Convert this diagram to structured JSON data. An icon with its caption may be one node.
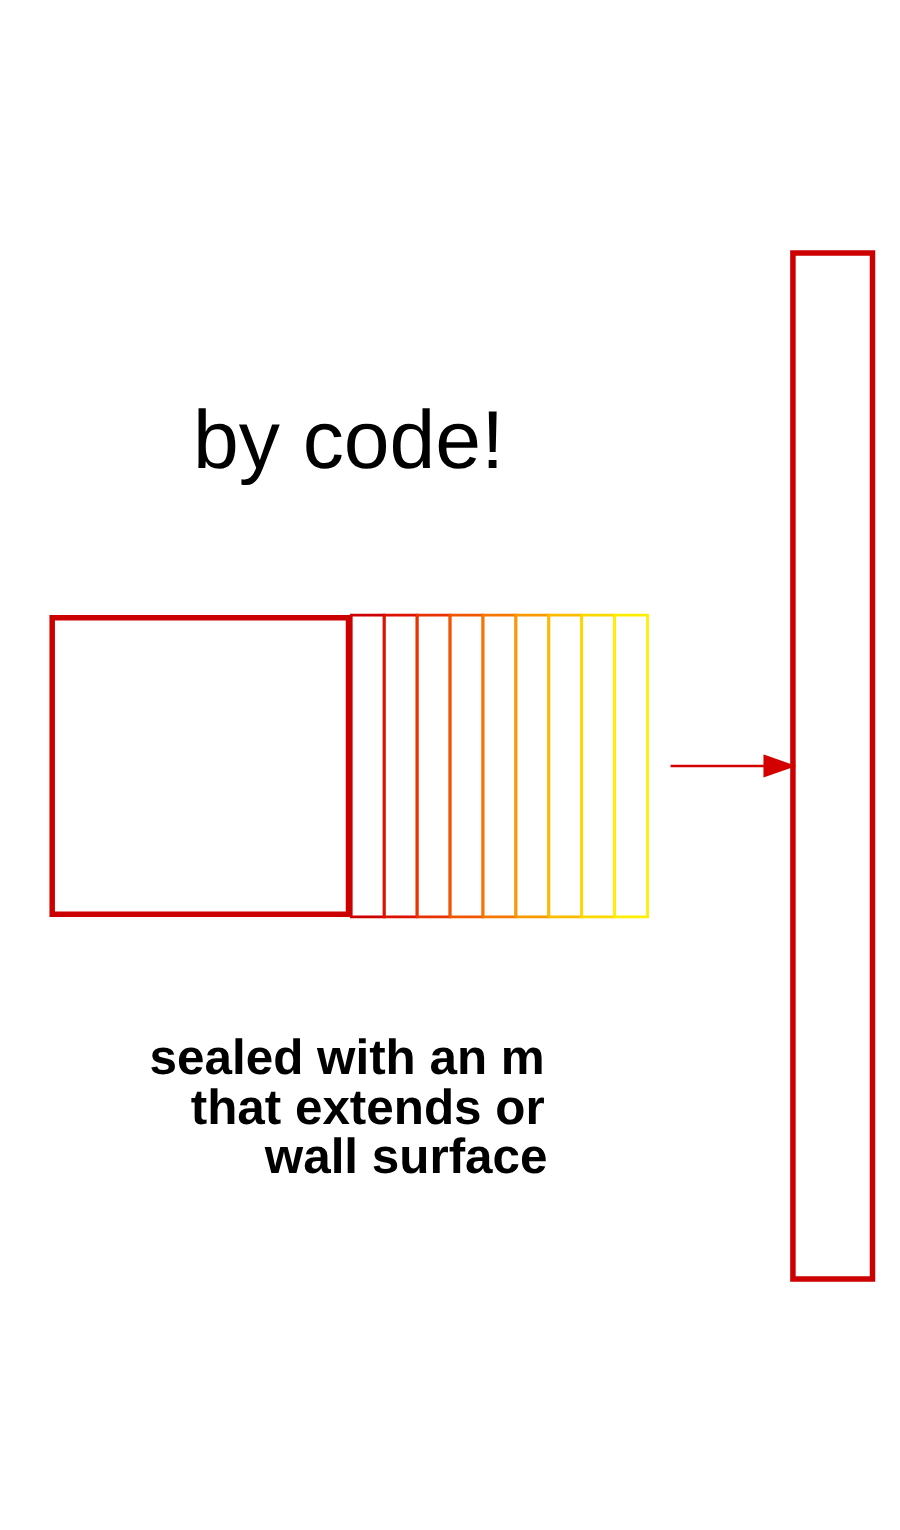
{
  "diagram": {
    "nodes": [
      {
        "text": [],
        "shape": "box"
      },
      {
        "text": [],
        "shape": "box"
      }
    ],
    "edges": [
      {
        "from": 0,
        "to": 1,
        "arrow": "to",
        "color": "#d40000"
      }
    ],
    "labels": [
      "by code!",
      "sealed with an m that extends or wall surface"
    ]
  }
}
